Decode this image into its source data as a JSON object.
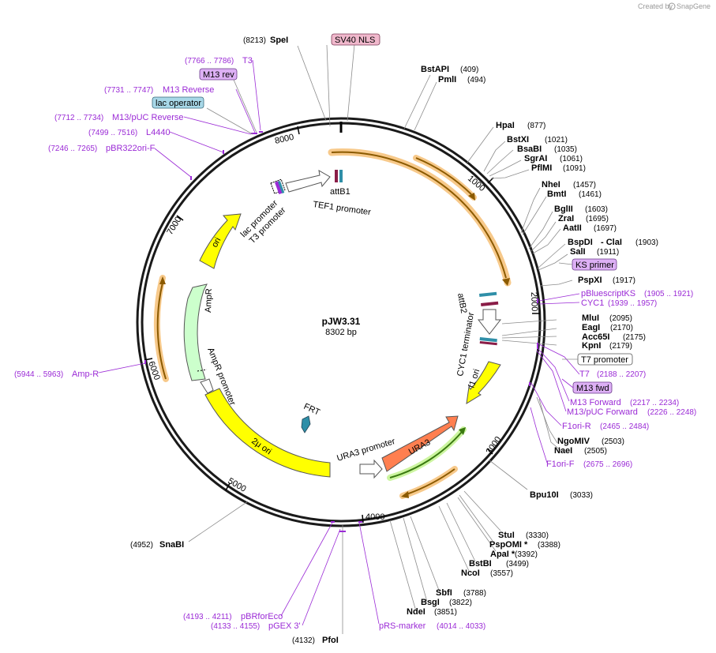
{
  "brand": {
    "created_by": "Created by",
    "name": "SnapGene"
  },
  "plasmid": {
    "name": "pJW3.31",
    "size": "8302 bp"
  },
  "ticks": [
    {
      "label": "1000",
      "bp": 1000
    },
    {
      "label": "2000",
      "bp": 2000
    },
    {
      "label": "3000",
      "bp": 3000
    },
    {
      "label": "4000",
      "bp": 4000
    },
    {
      "label": "5000",
      "bp": 5000
    },
    {
      "label": "6000",
      "bp": 6000
    },
    {
      "label": "7000",
      "bp": 7000
    },
    {
      "label": "8000",
      "bp": 8000
    }
  ],
  "enzymes": [
    {
      "name": "SpeI",
      "pos": "(8213)"
    },
    {
      "name": "BstAPI",
      "pos": "(409)"
    },
    {
      "name": "PmlI",
      "pos": "(494)"
    },
    {
      "name": "HpaI",
      "pos": "(877)"
    },
    {
      "name": "BstXI",
      "pos": "(1021)"
    },
    {
      "name": "BsaBI",
      "pos": "(1035)"
    },
    {
      "name": "SgrAI",
      "pos": "(1061)"
    },
    {
      "name": "PflMI",
      "pos": "(1091)"
    },
    {
      "name": "NheI",
      "pos": "(1457)"
    },
    {
      "name": "BmtI",
      "pos": "(1461)"
    },
    {
      "name": "BglII",
      "pos": "(1603)"
    },
    {
      "name": "ZraI",
      "pos": "(1695)"
    },
    {
      "name": "AatII",
      "pos": "(1697)"
    },
    {
      "name": "BspDI",
      "pos": ""
    },
    {
      "name": "- ClaI",
      "pos": "(1903)"
    },
    {
      "name": "SalI",
      "pos": "(1911)"
    },
    {
      "name": "PspXI",
      "pos": "(1917)"
    },
    {
      "name": "MluI",
      "pos": "(2095)"
    },
    {
      "name": "EagI",
      "pos": "(2170)"
    },
    {
      "name": "Acc65I",
      "pos": "(2175)"
    },
    {
      "name": "KpnI",
      "pos": "(2179)"
    },
    {
      "name": "NgoMIV",
      "pos": "(2503)"
    },
    {
      "name": "NaeI",
      "pos": "(2505)"
    },
    {
      "name": "Bpu10I",
      "pos": "(3033)"
    },
    {
      "name": "StuI",
      "pos": "(3330)"
    },
    {
      "name": "PspOMI *",
      "pos": "(3388)"
    },
    {
      "name": "ApaI *",
      "pos": "(3392)"
    },
    {
      "name": "BstBI",
      "pos": "(3499)"
    },
    {
      "name": "NcoI",
      "pos": "(3557)"
    },
    {
      "name": "SbfI",
      "pos": "(3788)"
    },
    {
      "name": "BsgI",
      "pos": "(3822)"
    },
    {
      "name": "NdeI",
      "pos": "(3851)"
    },
    {
      "name": "PfoI",
      "pos": "(4132)"
    },
    {
      "name": "SnaBI",
      "pos": "(4952)"
    }
  ],
  "primers": [
    {
      "name": "T3",
      "pos": "(7766 .. 7786)"
    },
    {
      "name": "M13 Reverse",
      "pos": "(7731 .. 7747)"
    },
    {
      "name": "M13/pUC Reverse",
      "pos": "(7712 .. 7734)"
    },
    {
      "name": "L4440",
      "pos": "(7499 .. 7516)"
    },
    {
      "name": "pBR322ori-F",
      "pos": "(7246 .. 7265)"
    },
    {
      "name": "Amp-R",
      "pos": "(5944 .. 5963)"
    },
    {
      "name": "pBluescriptKS",
      "pos": "(1905 .. 1921)"
    },
    {
      "name": "CYC1",
      "pos": "(1939 .. 1957)"
    },
    {
      "name": "T7",
      "pos": "(2188 .. 2207)"
    },
    {
      "name": "M13 Forward",
      "pos": "(2217 .. 2234)"
    },
    {
      "name": "M13/pUC Forward",
      "pos": "(2226 .. 2248)"
    },
    {
      "name": "F1ori-R",
      "pos": "(2465 .. 2484)"
    },
    {
      "name": "F1ori-F",
      "pos": "(2675 .. 2696)"
    },
    {
      "name": "pBRforEco",
      "pos": "(4193 .. 4211)"
    },
    {
      "name": "pGEX 3'",
      "pos": "(4133 .. 4155)"
    },
    {
      "name": "pRS-marker",
      "pos": "(4014 .. 4033)"
    }
  ],
  "boxes": [
    {
      "name": "SV40 NLS"
    },
    {
      "name": "M13 rev"
    },
    {
      "name": "lac operator"
    },
    {
      "name": "KS primer"
    },
    {
      "name": "T7 promoter"
    },
    {
      "name": "M13 fwd"
    }
  ],
  "features": [
    {
      "name": "TEF1 promoter"
    },
    {
      "name": "attB1"
    },
    {
      "name": "attB2"
    },
    {
      "name": "CYC1 terminator"
    },
    {
      "name": "f1 ori"
    },
    {
      "name": "URA3"
    },
    {
      "name": "URA3 promoter"
    },
    {
      "name": "2μ ori"
    },
    {
      "name": "FRT"
    },
    {
      "name": "AmpR promoter"
    },
    {
      "name": "AmpR"
    },
    {
      "name": "ori"
    },
    {
      "name": "lac promoter"
    },
    {
      "name": "T3 promoter"
    }
  ],
  "colors": {
    "backbone": "#1a1a1a",
    "ori": "#ffff00",
    "ampr": "#ccffcc",
    "ura3": "#ff7f50",
    "orf_highlight": "#f7c98a",
    "orf_line": "#8b5a00",
    "primer": "#9b2bd6",
    "box_purple": "#ddb0f5",
    "box_blue": "#a8d8e8",
    "box_pink": "#f0b8cc",
    "frt": "#2f8fa8"
  }
}
